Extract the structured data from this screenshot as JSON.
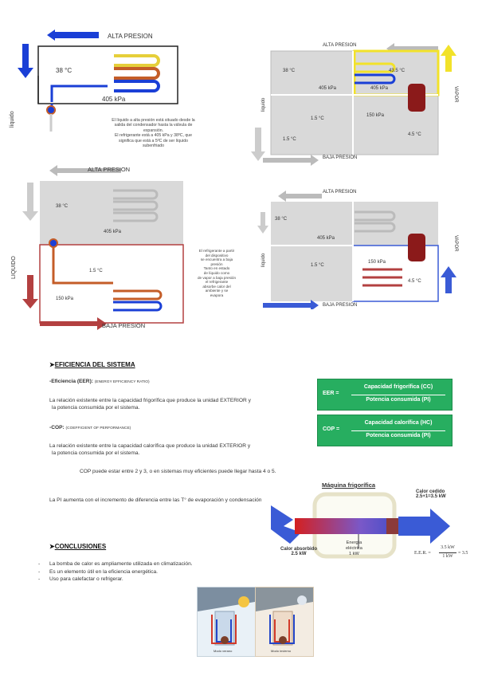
{
  "diagram1": {
    "title": "ALTA PRESION",
    "temp": "38 °C",
    "pressure": "405 kPa",
    "side_label": "líquido",
    "note": [
      "El líquido a alta presión está situado desde la",
      "salida del condensador hasta la válvula de",
      "expansión.",
      "El refrigerante está a 405 kPa y 38ºC, que",
      "significa que está a 5ºC de ser líquido",
      "subenfriado"
    ]
  },
  "diagram2": {
    "title": "ALTA PRESION",
    "temp_left": "38 °C",
    "pressure_left": "405 kPa",
    "temp_right": "43.5 °C",
    "pressure_right": "405 kPa",
    "temp_low": "1.5 °C",
    "pressure_low": "150 kPa",
    "temp_low2": "1.5 °C",
    "temp_right_low": "4.5 °C",
    "side_label": "liquido",
    "vapor_label": "VAPOR",
    "bottom": "BAJA PRESION"
  },
  "diagram3": {
    "title": "ALTA PRESION",
    "temp_high": "38 °C",
    "pressure_high": "405 kPa",
    "temp_low": "1.5 °C",
    "pressure_low": "150 kPa",
    "side_label": "LIQUIDO",
    "bottom": "BAJA PRESION",
    "note": [
      "El refrigerante a partir",
      "del dispositivo",
      "se encuentra a baja",
      "presión",
      "Tanto en estado",
      "de líquido como",
      "de vapor a baja presión",
      "el refrigerante",
      "absorbe calor del",
      "ambiente y se",
      "evapora"
    ]
  },
  "diagram4": {
    "title": "ALTA PRESION",
    "temp_high": "38 °C",
    "pressure_high": "405 kPa",
    "temp_low": "1.5 °C",
    "pressure_low": "150 kPa",
    "temp_right": "4.5 °C",
    "side_label": "liquido",
    "vapor_label": "VAPOR",
    "bottom": "BAJA PRESION"
  },
  "efficiency": {
    "heading": "EFICIENCIA DEL SISTEMA",
    "eer_term": "-Eficiencia (EER):",
    "eer_full": "(ENERGY EFFICIENCY RATIO)",
    "eer_text_1": "La relación existente entre la capacidad frigorífica que produce la unidad EXTERIOR y",
    "eer_text_2": "la potencia consumida por el sistema.",
    "cop_term": "-COP:",
    "cop_full": "(COEFFICIENT OF PERFORMANCE)",
    "cop_text_1": "La relación existente entre la capacidad calorífica que produce la unidad EXTERIOR y",
    "cop_text_2": "la potencia consumida por el sistema.",
    "cop_range": "COP puede estar entre 2 y 3, o en sistemas muy eficientes puede llegar hasta 4 o 5.",
    "pi_text": "La PI aumenta con el incremento de diferencia entre las T° de evaporación y condensación",
    "eer_formula": {
      "lhs": "EER =",
      "num": "Capacidad frigorífica (CC)",
      "den": "Potencia consumida (PI)"
    },
    "cop_formula": {
      "lhs": "COP =",
      "num": "Capacidad calorífica (HC)",
      "den": "Potencia consumida (PI)"
    }
  },
  "machine": {
    "title": "Máquina frigorífica",
    "heat_out_1": "Calor cedido",
    "heat_out_2": "2.5+1=3.5 kW",
    "heat_in_1": "Calor absorbido",
    "heat_in_2": "2.5 kW",
    "energy_1": "Energía",
    "energy_2": "eléctrica",
    "energy_3": "1 kW",
    "eer_calc_lhs": "E.E.R. =",
    "eer_calc_num": "3.5 kW",
    "eer_calc_den": "1 kW",
    "eer_calc_res": "= 3.5"
  },
  "conclusions": {
    "heading": "CONCLUSIONES",
    "items": [
      "La bomba de calor es ampliamente utilizada en climatización.",
      "Es un elemento útil en la eficiencia energética.",
      "Uso para calefactar o refrigerar."
    ],
    "caption_left": "Modo verano",
    "caption_right": "Modo invierno"
  },
  "colors": {
    "blue": "#1a3fd6",
    "red": "#8b3a3a",
    "green": "#27ae60",
    "yellow": "#f2e22a"
  }
}
